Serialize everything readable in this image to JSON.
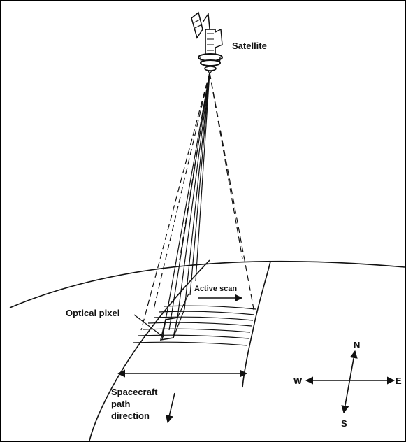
{
  "labels": {
    "satellite": "Satellite",
    "active_scan": "Active scan",
    "optical_pixel": "Optical pixel",
    "spacecraft_line1": "Spacecraft",
    "spacecraft_line2": "path",
    "spacecraft_line3": "direction"
  },
  "compass": {
    "north": "N",
    "south": "S",
    "east": "E",
    "west": "W"
  },
  "colors": {
    "ink": "#111111",
    "background": "#ffffff"
  }
}
